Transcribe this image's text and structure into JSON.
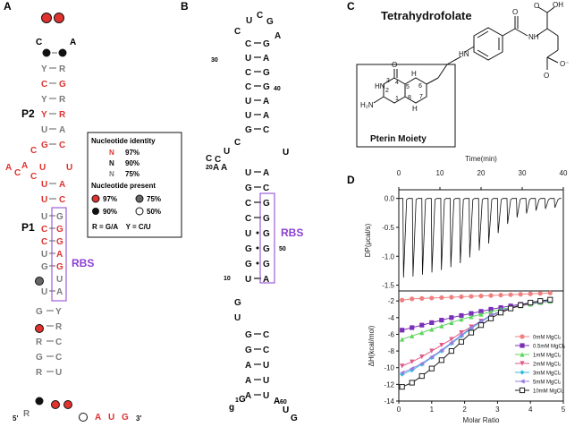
{
  "panels": {
    "A": "A",
    "B": "B",
    "C": "C",
    "D": "D"
  },
  "colors": {
    "red": "#e0322e",
    "grey": "#7a7a7a",
    "black": "#111111",
    "purple": "#8a3fd1"
  },
  "panel_a": {
    "p2_label": "P2",
    "p1_label": "P1",
    "rbs_label": "RBS",
    "loop_c": "C",
    "loop_a": "A",
    "stem_p2": [
      {
        "l": "Y",
        "r": "R",
        "c": "grey"
      },
      {
        "l": "C",
        "r": "G",
        "c": "red"
      },
      {
        "l": "Y",
        "r": "R",
        "c": "grey"
      },
      {
        "l": "Y",
        "r": "R",
        "c": "red"
      },
      {
        "l": "U",
        "r": "A",
        "c": "grey"
      },
      {
        "l": "G",
        "r": "C",
        "c": "red"
      }
    ],
    "j_c": "C",
    "j_u": "U",
    "bulge": [
      "A",
      "C",
      "A",
      "C",
      "U"
    ],
    "stem_p1": [
      {
        "l": "U",
        "r": "A",
        "c": "red"
      },
      {
        "l": "U",
        "r": "C",
        "c": "red"
      }
    ],
    "rbs_col": [
      {
        "l": "U",
        "r": "G",
        "lc": "grey",
        "rc": "grey"
      },
      {
        "l": "C",
        "r": "G",
        "lc": "red",
        "rc": "red"
      },
      {
        "l": "C",
        "r": "G",
        "lc": "red",
        "rc": "red"
      },
      {
        "l": "U",
        "r": "A",
        "lc": "grey",
        "rc": "red"
      },
      {
        "l": "G",
        "r": "G",
        "lc": "grey",
        "rc": "red"
      },
      {
        "l": "",
        "r": "U",
        "lc": "grey",
        "rc": "grey"
      },
      {
        "l": "U",
        "r": "A",
        "lc": "grey",
        "rc": "grey"
      }
    ],
    "lower": [
      {
        "l": "G",
        "r": "Y",
        "c": "grey"
      },
      {
        "l": "",
        "r": "R",
        "c": "grey"
      },
      {
        "l": "R",
        "r": "C",
        "c": "grey"
      },
      {
        "l": "G",
        "r": "C",
        "c": "grey"
      },
      {
        "l": "R",
        "r": "U",
        "c": "grey"
      }
    ],
    "five_prime": "5'",
    "r5": "R",
    "aug": [
      "A",
      "U",
      "G"
    ],
    "three_prime": "3'",
    "legend": {
      "title1": "Nucleotide identity",
      "n": "N",
      "p97": "97%",
      "p90": "90%",
      "p75": "75%",
      "title2": "Nucleotide present",
      "c97": "97%",
      "c75": "75%",
      "c90": "90%",
      "c50": "50%",
      "note": "R = G/A    Y = C/U"
    }
  },
  "panel_b": {
    "loop": [
      "U",
      "C",
      "G",
      "C",
      "A"
    ],
    "stem_top": [
      {
        "l": "C",
        "r": "G"
      },
      {
        "l": "U",
        "r": "A"
      },
      {
        "l": "C",
        "r": "G"
      },
      {
        "l": "C",
        "r": "G"
      },
      {
        "l": "U",
        "r": "A"
      },
      {
        "l": "U",
        "r": "A"
      },
      {
        "l": "G",
        "r": "C"
      }
    ],
    "num30": "30",
    "num40": "40",
    "bulge_left": [
      "C",
      "U",
      "C",
      "C",
      "A",
      "A"
    ],
    "num20": "20",
    "bulge_right": "U",
    "stem_mid": [
      {
        "l": "U",
        "r": "A",
        "bond": "–"
      },
      {
        "l": "G",
        "r": "C",
        "bond": "–"
      },
      {
        "l": "C",
        "r": "G",
        "bond": "–"
      },
      {
        "l": "C",
        "r": "G",
        "bond": "–"
      },
      {
        "l": "U",
        "r": "G",
        "bond": "•"
      },
      {
        "l": "G",
        "r": "G",
        "bond": "•"
      },
      {
        "l": "G",
        "r": "G",
        "bond": "•"
      },
      {
        "l": "U",
        "r": "A",
        "bond": "–"
      }
    ],
    "num10": "10",
    "num50": "50",
    "rbs_label": "RBS",
    "linker": [
      "G",
      "U"
    ],
    "stem_bot": [
      {
        "l": "G",
        "r": "C"
      },
      {
        "l": "G",
        "r": "C"
      },
      {
        "l": "A",
        "r": "U"
      },
      {
        "l": "A",
        "r": "U"
      },
      {
        "l": "A",
        "r": "U"
      }
    ],
    "tail_left": "g",
    "num1": "1",
    "tail_g": "G",
    "tail_a": "A",
    "num60": "60",
    "tail_u": "U",
    "tail_g2": "G"
  },
  "panel_c": {
    "title": "Tetrahydrofolate",
    "moiety": "Pterin Moiety",
    "atoms": {
      "o": "O",
      "oh": "OH",
      "hn": "HN",
      "h2n": "H₂N",
      "nh": "NH",
      "hn2": "HN",
      "h": "H",
      "n": "N",
      "ominus": "O⁻"
    },
    "ring_numbers": [
      "1",
      "2",
      "3",
      "4",
      "5",
      "6",
      "7",
      "8"
    ]
  },
  "chart_data": [
    {
      "type": "line",
      "title": "",
      "xlabel": "Time(min)",
      "ylabel": "DP(μcal/s)",
      "xticks": [
        "0",
        "10",
        "20",
        "30",
        "40"
      ],
      "yticks": [
        "0.0",
        "-0.5",
        "-1.0",
        "-1.5"
      ],
      "xlim": [
        0,
        40
      ],
      "ylim": [
        -1.6,
        0.15
      ],
      "injections": [
        {
          "t": 1.0,
          "dp": -1.37
        },
        {
          "t": 3.3,
          "dp": -1.35
        },
        {
          "t": 5.6,
          "dp": -1.32
        },
        {
          "t": 7.9,
          "dp": -1.28
        },
        {
          "t": 10.2,
          "dp": -1.24
        },
        {
          "t": 12.5,
          "dp": -1.19
        },
        {
          "t": 14.8,
          "dp": -1.12
        },
        {
          "t": 17.1,
          "dp": -1.02
        },
        {
          "t": 19.4,
          "dp": -0.9
        },
        {
          "t": 21.7,
          "dp": -0.78
        },
        {
          "t": 24.0,
          "dp": -0.6
        },
        {
          "t": 26.3,
          "dp": -0.44
        },
        {
          "t": 28.6,
          "dp": -0.33
        },
        {
          "t": 30.9,
          "dp": -0.26
        },
        {
          "t": 33.2,
          "dp": -0.21
        },
        {
          "t": 35.5,
          "dp": -0.18
        },
        {
          "t": 37.8,
          "dp": -0.16
        }
      ]
    },
    {
      "type": "scatter",
      "title": "",
      "xlabel": "Molar Ratio",
      "ylabel": "ΔH(kcal/mol)",
      "xticks": [
        "0",
        "1",
        "2",
        "3",
        "4",
        "5"
      ],
      "yticks": [
        "-2",
        "-4",
        "-6",
        "-8",
        "-10",
        "-12",
        "-14"
      ],
      "xlim": [
        0,
        5
      ],
      "ylim": [
        -14,
        -0.8
      ],
      "legend_position": "right",
      "x": [
        0.1,
        0.4,
        0.7,
        1.0,
        1.3,
        1.6,
        1.9,
        2.2,
        2.5,
        2.8,
        3.1,
        3.4,
        3.7,
        4.0,
        4.3,
        4.6
      ],
      "series": [
        {
          "name": "0mM MgCl₂",
          "color": "#f08080",
          "marker": "circle",
          "values": [
            -1.9,
            -1.75,
            -1.7,
            -1.65,
            -1.6,
            -1.55,
            -1.5,
            -1.45,
            -1.4,
            -1.35,
            -1.3,
            -1.25,
            -1.2,
            -1.15,
            -1.1,
            -1.05
          ]
        },
        {
          "name": "0.5mM MgCl₂",
          "color": "#7a2fb8",
          "marker": "square",
          "values": [
            -5.5,
            -5.2,
            -4.9,
            -4.6,
            -4.3,
            -4.0,
            -3.75,
            -3.5,
            -3.25,
            -3.0,
            -2.8,
            -2.6,
            -2.4,
            -2.25,
            -2.1,
            -1.95
          ]
        },
        {
          "name": "1mM MgCl₂",
          "color": "#5cd65c",
          "marker": "triangle",
          "values": [
            -6.6,
            -6.2,
            -5.8,
            -5.4,
            -5.0,
            -4.6,
            -4.2,
            -3.9,
            -3.6,
            -3.3,
            -3.0,
            -2.8,
            -2.6,
            -2.4,
            -2.2,
            -2.05
          ]
        },
        {
          "name": "2mM MgCl₂",
          "color": "#e05a8a",
          "marker": "triangle-down",
          "values": [
            -9.8,
            -9.3,
            -8.7,
            -8.0,
            -7.3,
            -6.6,
            -5.8,
            -5.1,
            -4.4,
            -3.8,
            -3.3,
            -2.9,
            -2.6,
            -2.35,
            -2.15,
            -2.0
          ]
        },
        {
          "name": "3mM MgCl₂",
          "color": "#33b8e0",
          "marker": "diamond",
          "values": [
            -10.8,
            -10.3,
            -9.6,
            -8.8,
            -8.0,
            -7.1,
            -6.2,
            -5.3,
            -4.5,
            -3.8,
            -3.2,
            -2.8,
            -2.5,
            -2.3,
            -2.1,
            -1.95
          ]
        },
        {
          "name": "5mM MgCl₂",
          "color": "#9a7de0",
          "marker": "triangle-left",
          "values": [
            -10.6,
            -10.1,
            -9.5,
            -8.7,
            -7.9,
            -7.0,
            -6.1,
            -5.2,
            -4.4,
            -3.7,
            -3.2,
            -2.8,
            -2.5,
            -2.25,
            -2.05,
            -1.9
          ]
        },
        {
          "name": "10mM MgCl₂",
          "color": "#222222",
          "marker": "open-square",
          "values": [
            -12.3,
            -11.8,
            -11.0,
            -10.1,
            -9.1,
            -8.0,
            -6.9,
            -5.8,
            -4.9,
            -4.1,
            -3.4,
            -2.9,
            -2.5,
            -2.2,
            -2.0,
            -1.85
          ]
        }
      ]
    }
  ]
}
